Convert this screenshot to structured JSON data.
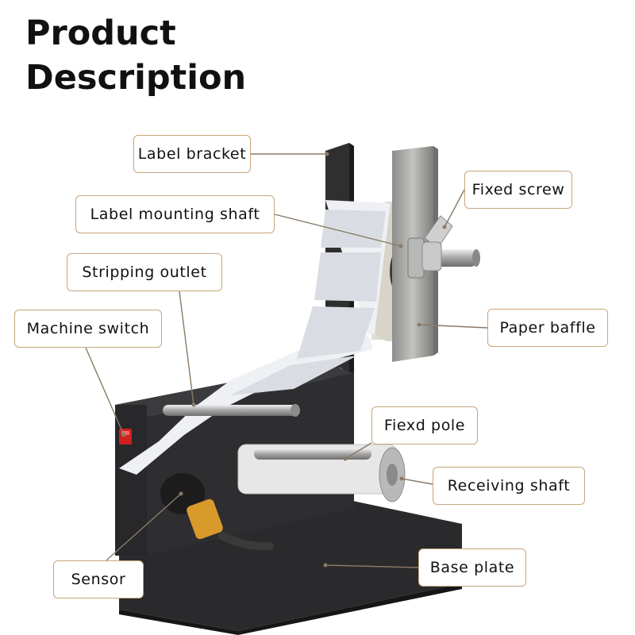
{
  "title": {
    "line1": "Product",
    "line2": "Description"
  },
  "callouts": {
    "label_bracket": "Label bracket",
    "fixed_screw": "Fixed screw",
    "label_mounting_shaft": "Label mounting shaft",
    "stripping_outlet": "Stripping outlet",
    "machine_switch": "Machine switch",
    "paper_baffle": "Paper baffle",
    "fixed_pole": "Fiexd pole",
    "receiving_shaft": "Receiving shaft",
    "sensor": "Sensor",
    "base_plate": "Base plate"
  },
  "colors": {
    "frame": "#2b2b2d",
    "label_roll": "#d9dde3",
    "steel": "#a9aaa6",
    "sensor_lens": "#d89a2a",
    "switch": "#d21f1f",
    "callout_border": "#c8a57c"
  }
}
